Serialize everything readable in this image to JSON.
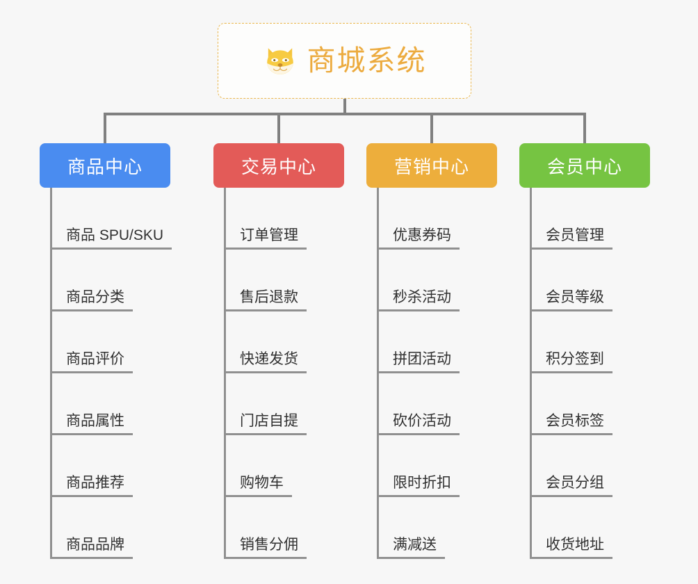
{
  "root": {
    "title": "商城系统",
    "icon": "shiba-dog-face-icon",
    "border_color": "#eab64c",
    "text_color": "#ecab3f"
  },
  "categories": [
    {
      "label": "商品中心",
      "color": "#4a8cf0",
      "items": [
        "商品 SPU/SKU",
        "商品分类",
        "商品评价",
        "商品属性",
        "商品推荐",
        "商品品牌"
      ]
    },
    {
      "label": "交易中心",
      "color": "#e35b58",
      "items": [
        "订单管理",
        "售后退款",
        "快递发货",
        "门店自提",
        "购物车",
        "销售分佣"
      ]
    },
    {
      "label": "营销中心",
      "color": "#edae3c",
      "items": [
        "优惠券码",
        "秒杀活动",
        "拼团活动",
        "砍价活动",
        "限时折扣",
        "满减送"
      ]
    },
    {
      "label": "会员中心",
      "color": "#76c442",
      "items": [
        "会员管理",
        "会员等级",
        "积分签到",
        "会员标签",
        "会员分组",
        "收货地址"
      ]
    }
  ],
  "connector_color": "#808080",
  "background_color": "#f7f7f7"
}
